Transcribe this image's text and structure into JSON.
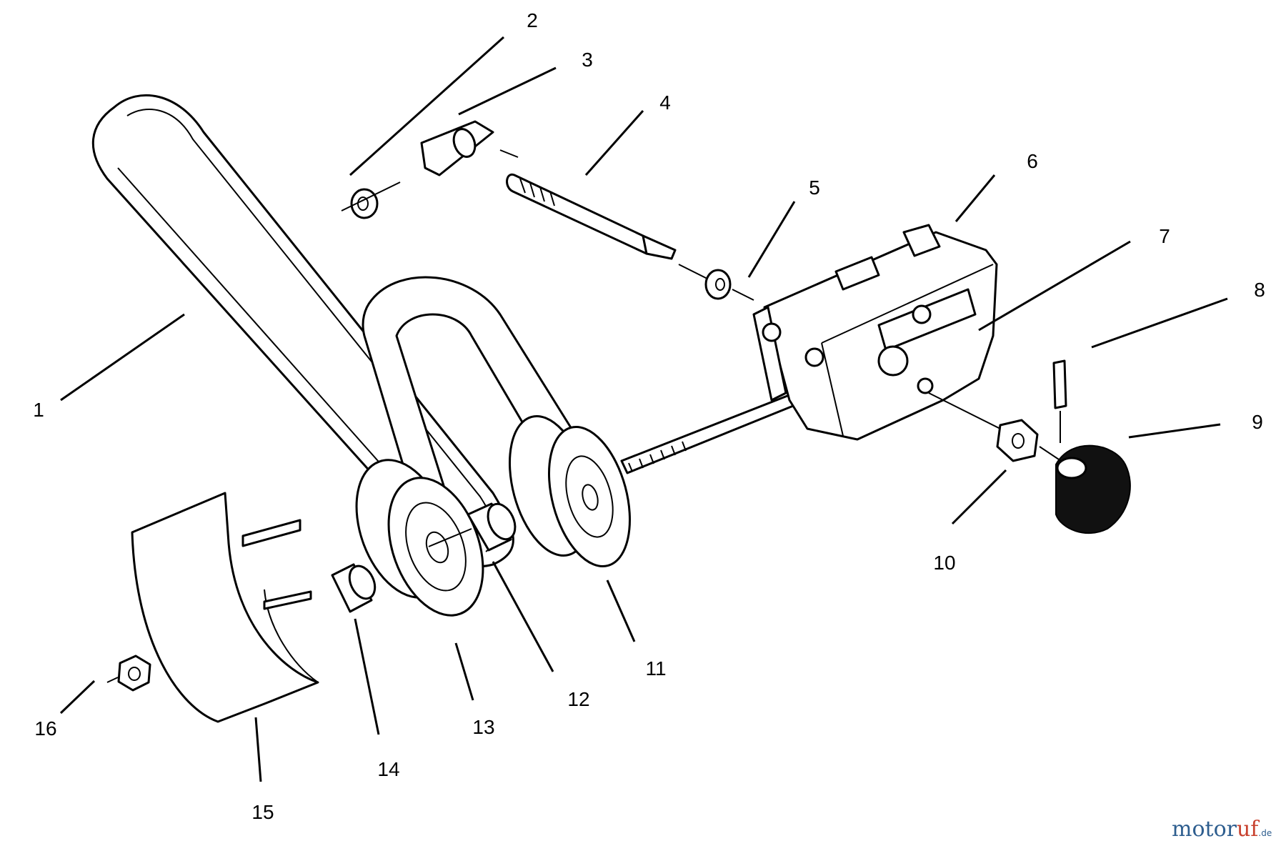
{
  "callouts": [
    {
      "id": "1",
      "label": "1"
    },
    {
      "id": "2",
      "label": "2"
    },
    {
      "id": "3",
      "label": "3"
    },
    {
      "id": "4",
      "label": "4"
    },
    {
      "id": "5",
      "label": "5"
    },
    {
      "id": "6",
      "label": "6"
    },
    {
      "id": "7",
      "label": "7"
    },
    {
      "id": "8",
      "label": "8"
    },
    {
      "id": "9",
      "label": "9"
    },
    {
      "id": "10",
      "label": "10"
    },
    {
      "id": "11",
      "label": "11"
    },
    {
      "id": "12",
      "label": "12"
    },
    {
      "id": "13",
      "label": "13"
    },
    {
      "id": "14",
      "label": "14"
    },
    {
      "id": "15",
      "label": "15"
    },
    {
      "id": "16",
      "label": "16"
    }
  ],
  "watermark": {
    "text_a": "motor",
    "text_b": "uf",
    "text_c": ".de"
  }
}
